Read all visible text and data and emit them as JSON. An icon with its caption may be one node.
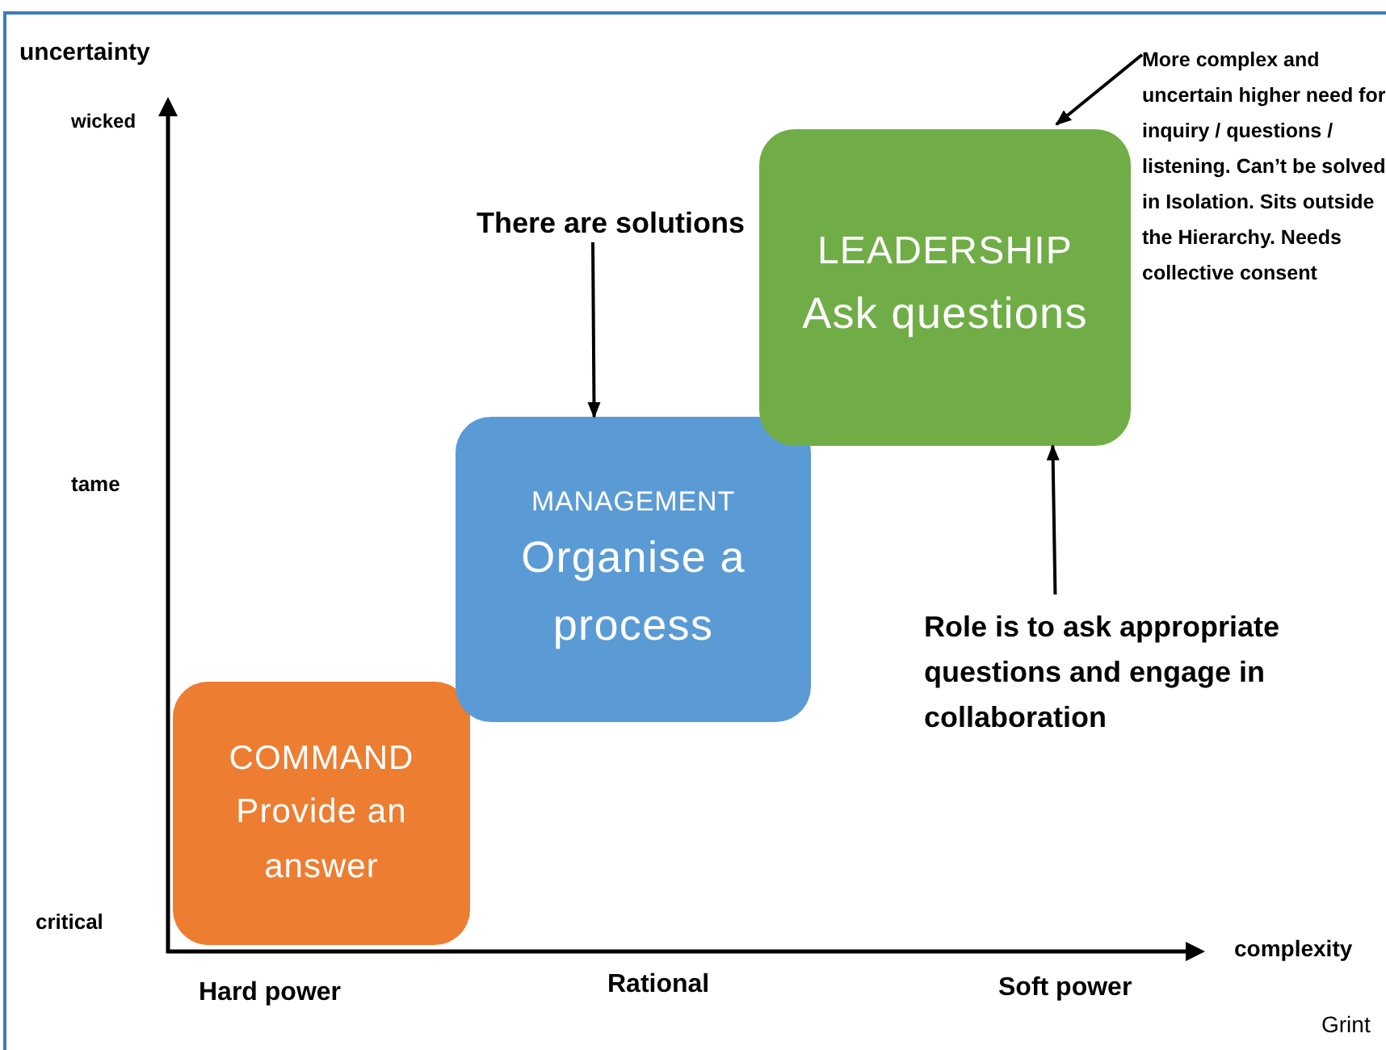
{
  "diagram": {
    "nodes": [
      {
        "text": [
          "COMMAND",
          "Provide an answer"
        ]
      },
      {
        "text": [
          "MANAGEMENT",
          "Organise a process"
        ]
      },
      {
        "text": [
          "LEADERSHIP",
          "Ask questions"
        ]
      },
      {
        "text": [
          "There are solutions"
        ]
      },
      {
        "text": [
          "More complex and uncertain higher need for inquiry / questions / listening. Can’t be solved in Isolation. Sits outside the Hierarchy. Needs collective consent"
        ]
      },
      {
        "text": [
          "Role is to ask appropriate questions and engage in collaboration"
        ]
      }
    ],
    "edges": [
      {
        "from": 3,
        "to": 1,
        "arrow": "to"
      },
      {
        "from": 4,
        "to": 2,
        "arrow": "to"
      },
      {
        "from": 5,
        "to": 2,
        "arrow": "to"
      }
    ],
    "labels": [
      "uncertainty",
      "wicked",
      "tame",
      "critical",
      "complexity",
      "Hard power",
      "Rational",
      "Soft power",
      "Grint"
    ]
  }
}
